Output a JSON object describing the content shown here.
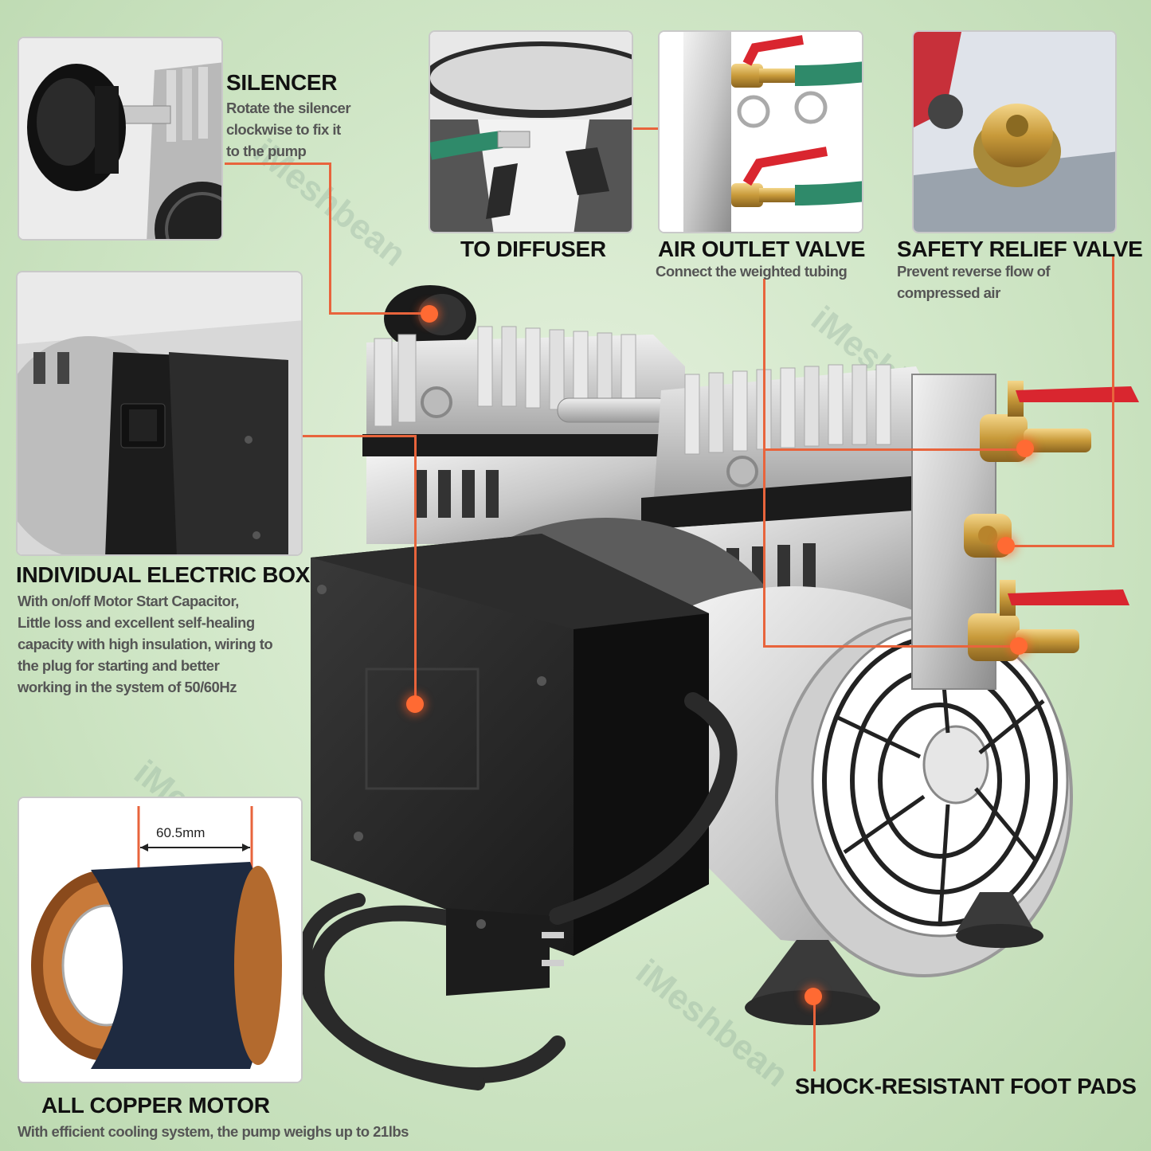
{
  "colors": {
    "accent": "#e8643c",
    "background": "#d3e8ca"
  },
  "labels": {
    "silencer": {
      "title": "SILENCER",
      "desc": [
        "Rotate the silencer",
        "clockwise to fix it",
        "to the pump"
      ]
    },
    "diffuser": {
      "title": "TO DIFFUSER"
    },
    "outlet": {
      "title": "AIR OUTLET VALVE",
      "desc": [
        "Connect the weighted tubing"
      ]
    },
    "relief": {
      "title": "SAFETY RELIEF VALVE",
      "desc": [
        "Prevent reverse flow of",
        "compressed air"
      ]
    },
    "electric_box": {
      "title": "INDIVIDUAL ELECTRIC BOX",
      "desc": [
        "With on/off Motor Start Capacitor,",
        "Little loss and excellent self-healing",
        "capacity with high insulation, wiring to",
        "the plug for starting and better",
        "working in the system of 50/60Hz"
      ]
    },
    "motor": {
      "title": "ALL COPPER MOTOR",
      "desc": [
        "With efficient cooling system, the pump weighs up to 21lbs"
      ],
      "dimension": "60.5mm"
    },
    "foot_pads": {
      "title": "SHOCK-RESISTANT FOOT PADS"
    }
  },
  "watermark": "iMeshbean"
}
